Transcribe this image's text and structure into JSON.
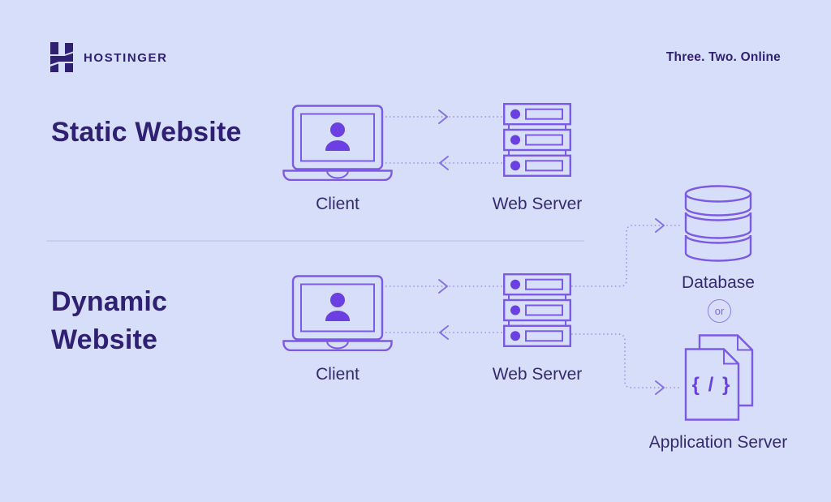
{
  "header": {
    "brand": "HOSTINGER",
    "tagline": "Three. Two. Online"
  },
  "static_section": {
    "title": "Static Website",
    "client_label": "Client",
    "server_label": "Web Server"
  },
  "dynamic_section": {
    "title": "Dynamic Website",
    "client_label": "Client",
    "server_label": "Web Server"
  },
  "backend": {
    "database_label": "Database",
    "or_label": "or",
    "app_server_label": "Application Server",
    "code_glyph": "{ / }"
  },
  "colors": {
    "background": "#d7def9",
    "icon_outline": "#7c59e6",
    "icon_fill": "#6b3fe2",
    "dotted_line": "#9c8fee",
    "arrow_head": "#8572e8",
    "heading_text": "#2f2074",
    "label_text": "#352a72",
    "divider": "#c6cdef",
    "or_badge_outline": "#8d7ce8"
  }
}
